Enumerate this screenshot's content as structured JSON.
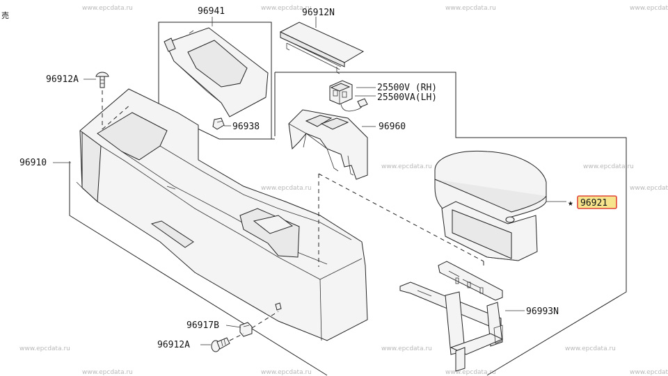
{
  "corner_mark": "売",
  "watermark": "www.epcdata.ru",
  "star": "★",
  "highlight": {
    "fill": "#f6e58d",
    "border": "#e0453a"
  },
  "labels": {
    "p96941": "96941",
    "p96912N": "96912N",
    "p96912A_top": "96912A",
    "p25500V": "25500V (RH)",
    "p25500VA": "25500VA(LH)",
    "p96938": "96938",
    "p96960": "96960",
    "p96910": "96910",
    "p96921": "96921",
    "p96993N": "96993N",
    "p96917B": "96917B",
    "p96912A_bot": "96912A"
  }
}
